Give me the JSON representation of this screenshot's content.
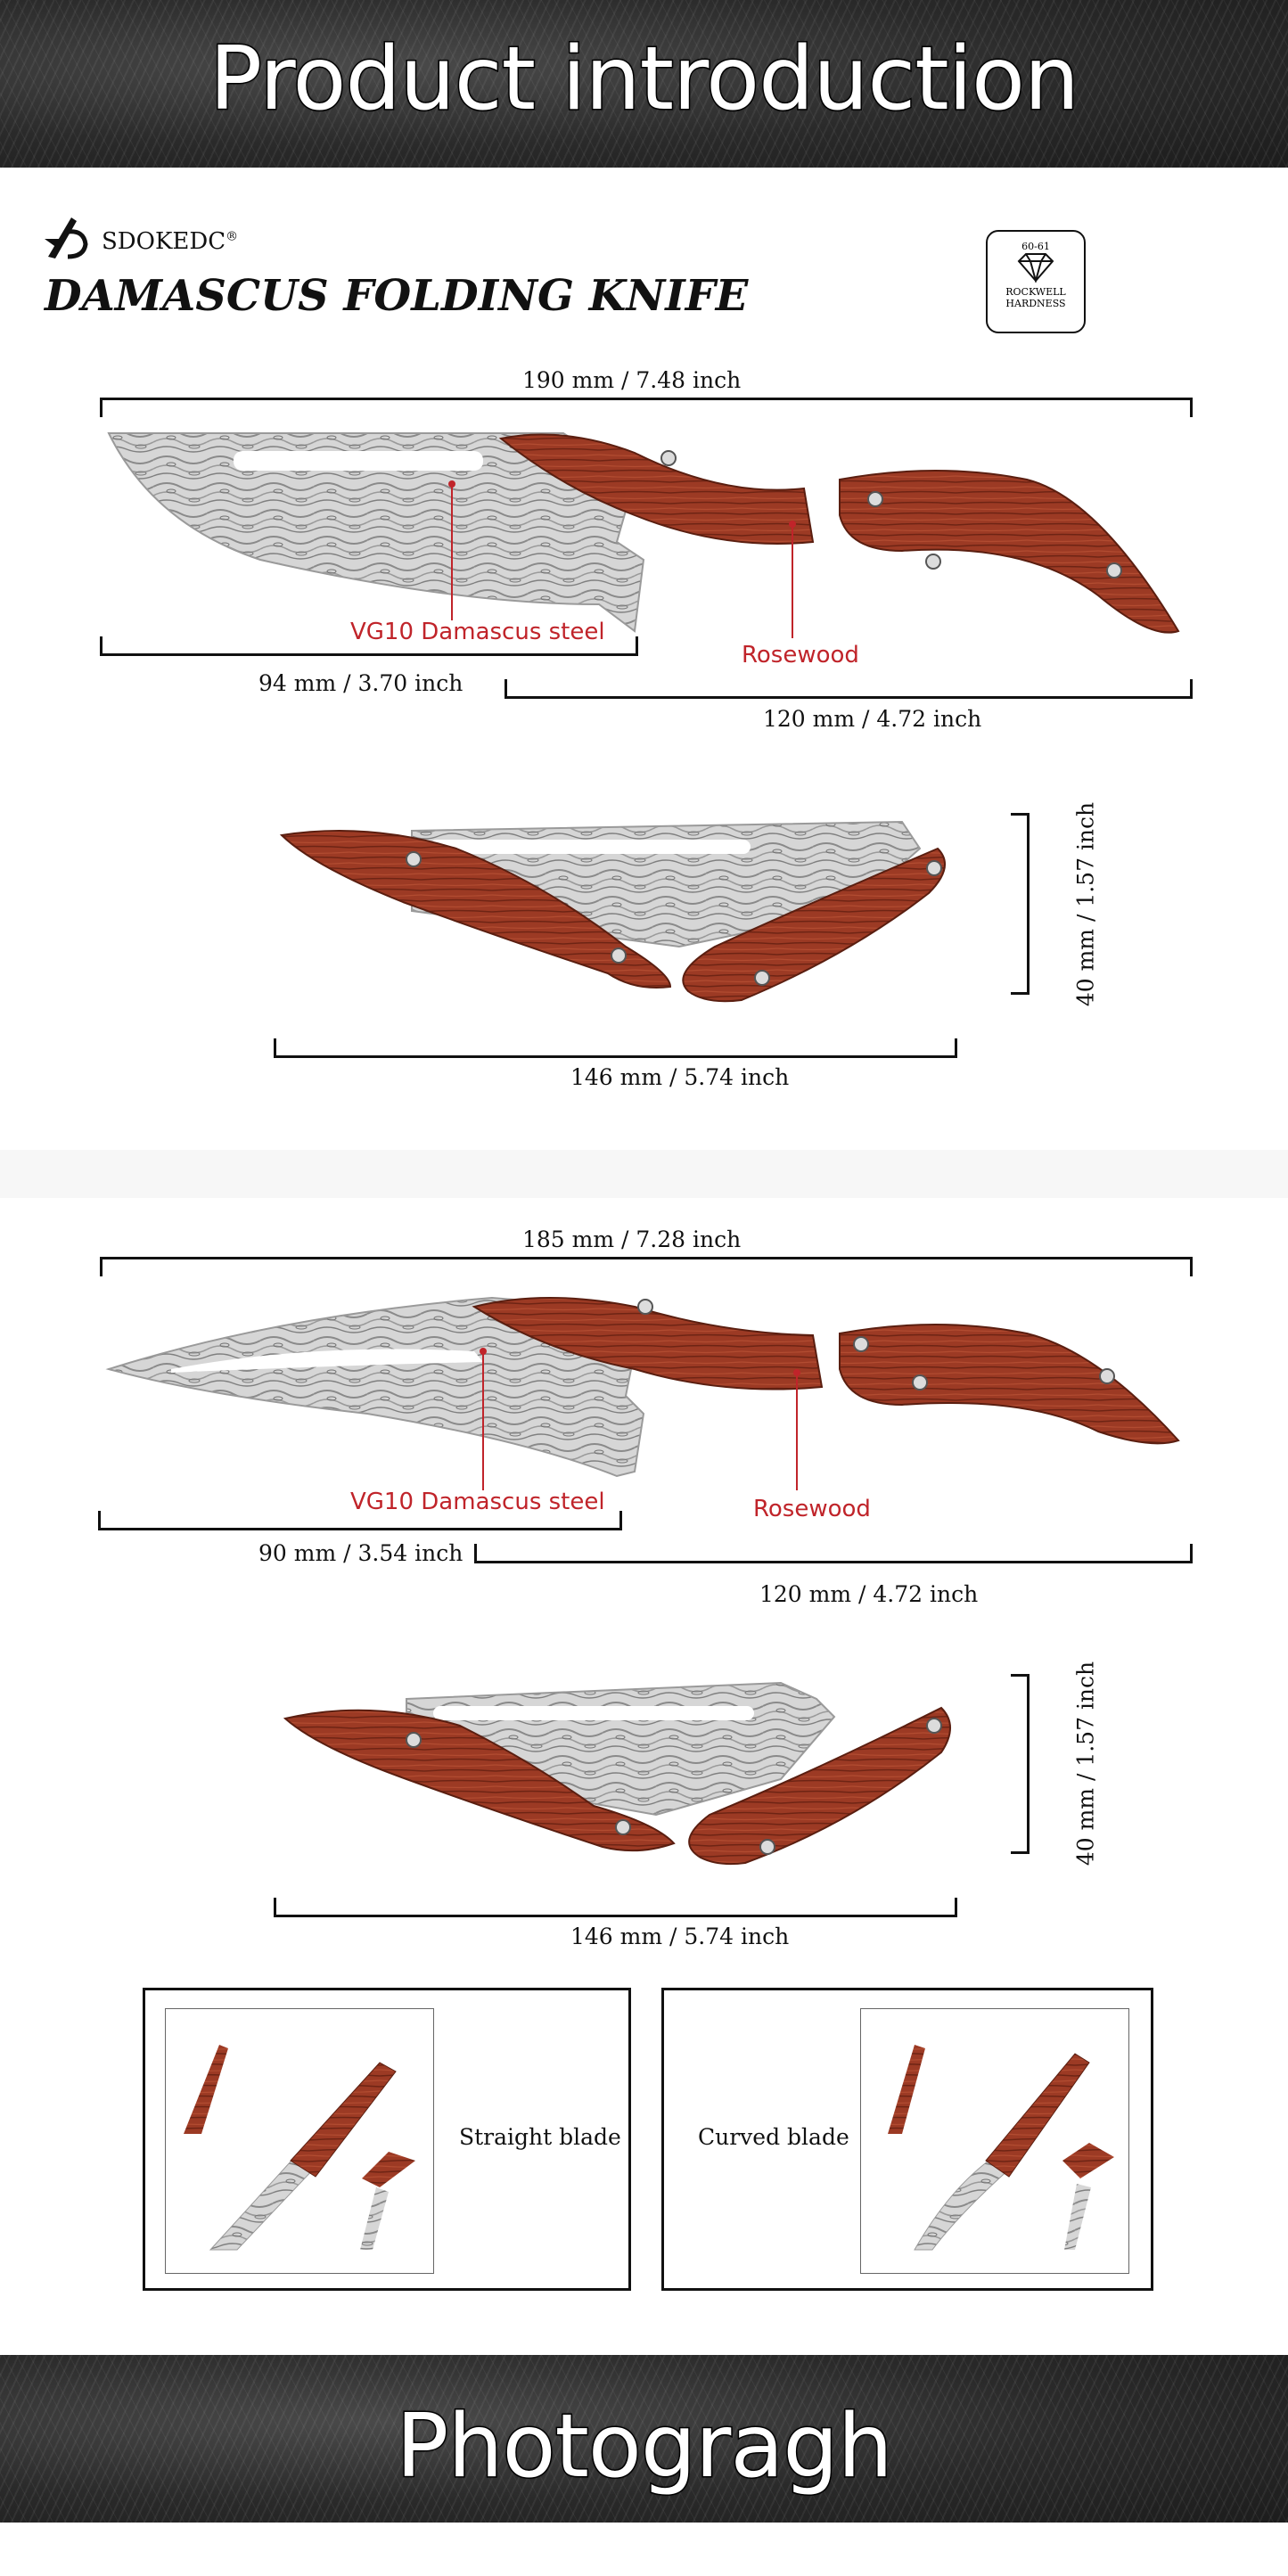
{
  "header": {
    "title": "Product introduction"
  },
  "brand": {
    "name": "SDOKEDC",
    "registered": "®",
    "product_title": "DAMASCUS FOLDING KNIFE"
  },
  "hardness_badge": {
    "range": "60-61",
    "line1": "ROCKWELL",
    "line2": "HARDNESS"
  },
  "knife1": {
    "overall": "190 mm / 7.48 inch",
    "blade": "94 mm / 3.70 inch",
    "handle": "120 mm / 4.72 inch",
    "steel_label": "VG10 Damascus steel",
    "wood_label": "Rosewood",
    "folded_length": "146 mm / 5.74 inch",
    "folded_height": "40 mm / 1.57 inch"
  },
  "knife2": {
    "overall": "185 mm / 7.28 inch",
    "blade": "90 mm / 3.54 inch",
    "handle": "120 mm / 4.72 inch",
    "steel_label": "VG10 Damascus steel",
    "wood_label": "Rosewood",
    "folded_length": "146 mm / 5.74 inch",
    "folded_height": "40 mm / 1.57 inch"
  },
  "variants": [
    {
      "label": "Straight blade"
    },
    {
      "label": "Curved blade"
    }
  ],
  "footer": {
    "title": "Photogragh"
  },
  "colors": {
    "accent_red": "#c0242a",
    "wood": "#9e3b26",
    "steel": "#c8c8c8"
  }
}
